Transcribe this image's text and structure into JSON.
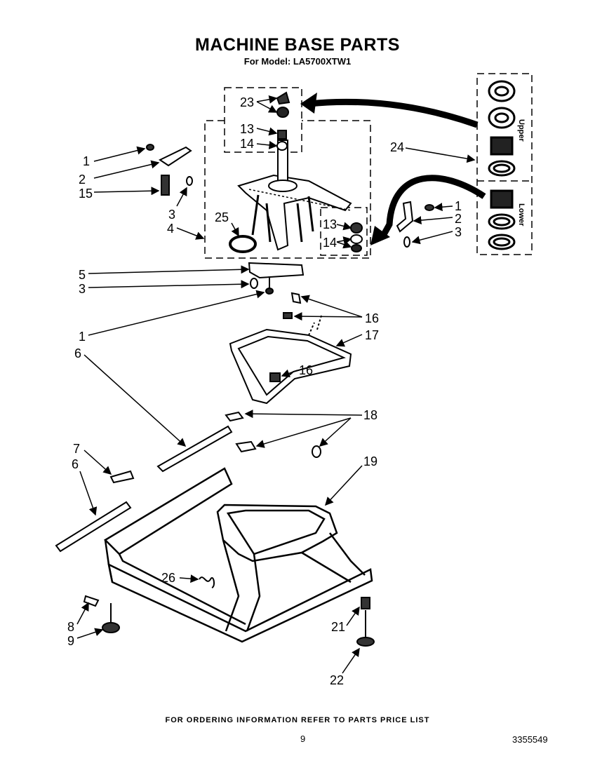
{
  "header": {
    "title": "MACHINE BASE PARTS",
    "subtitle": "For Model: LA5700XTW1"
  },
  "callouts": [
    "23",
    "13",
    "14",
    "1",
    "2",
    "15",
    "3",
    "4",
    "25",
    "13",
    "14",
    "24",
    "1",
    "2",
    "3",
    "5",
    "3",
    "1",
    "16",
    "17",
    "16",
    "6",
    "18",
    "7",
    "6",
    "19",
    "26",
    "8",
    "9",
    "21",
    "22"
  ],
  "kit_labels": {
    "upper": "Upper",
    "lower": "Lower"
  },
  "footer": {
    "note": "FOR ORDERING INFORMATION REFER TO PARTS PRICE LIST",
    "page_number": "9",
    "doc_number": "3355549"
  }
}
